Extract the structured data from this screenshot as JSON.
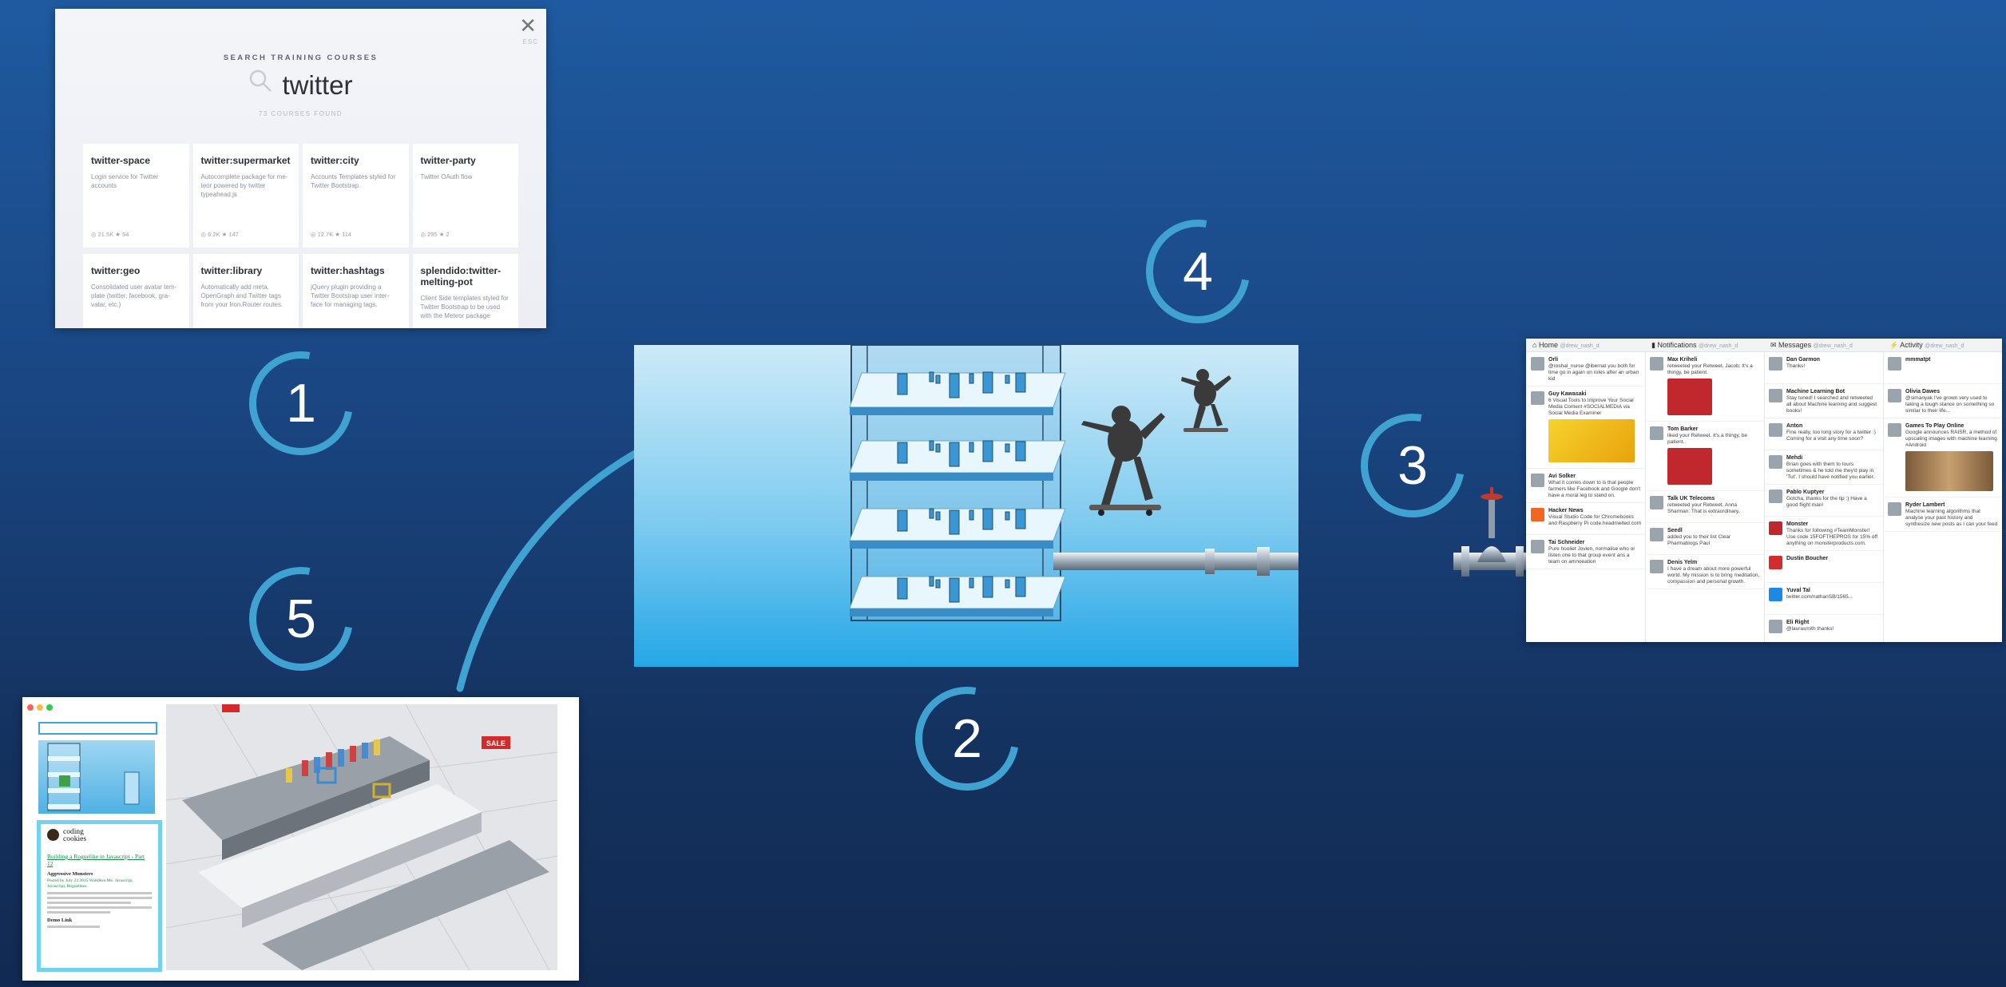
{
  "search_panel": {
    "heading": "SEARCH TRAINING COURSES",
    "query": "twitter",
    "results_count": "73 COURSES FOUND",
    "esc_hint": "ESC",
    "courses": [
      {
        "name": "twitter-space",
        "desc": "Login service for Twitter accounts",
        "stats": "◎ 21.5K  ★ 54"
      },
      {
        "name": "twitter:supermarket",
        "desc": "Autocomplete package for me-teor powered by twitter typeahead.js",
        "stats": "◎ 6.2K  ★ 147"
      },
      {
        "name": "twitter:city",
        "desc": "Accounts Templates styled for Twitter Bootstrap.",
        "stats": "◎ 12.7K  ★ 114"
      },
      {
        "name": "twitter-party",
        "desc": "Twitter OAuth flow",
        "stats": "◎ 295  ★ 2"
      },
      {
        "name": "twitter:geo",
        "desc": "Consolidated user avatar tem-plate (twitter, facebook, gra-vatar, etc.)",
        "stats": ""
      },
      {
        "name": "twitter:library",
        "desc": "Automatically add meta, OpenGraph and Twitter tags from your Iron.Router routes.",
        "stats": ""
      },
      {
        "name": "twitter:hashtags",
        "desc": "jQuery plugin providing a Twitter Bootstrap user inter-face for managing tags.",
        "stats": ""
      },
      {
        "name": "splendido:twitter-melting-pot",
        "desc": "Client Side templates styled for Twitter Bootstrap to be used with the Meteor package",
        "stats": ""
      }
    ]
  },
  "steps": {
    "one": "1",
    "two": "2",
    "three": "3",
    "four": "4",
    "five": "5"
  },
  "deck": {
    "columns": [
      {
        "title": "Home",
        "handle": "@drew_nash_d",
        "items": [
          {
            "who": "Orli",
            "text": "@roshal_nurse @ibernat you both for time go in again on roles after an urban kid"
          },
          {
            "who": "Guy Kawasaki",
            "text": "6 Visual Tools to Improve Your Social Media Content #SOCIALMEDIA via Social Media Examiner"
          },
          {
            "who": "Avi Solker",
            "text": "What it comes down to is that people farmers like Facebook and Google don't have a moral leg to stand on."
          },
          {
            "who": "Hacker News",
            "text": "Visual Studio Code for Chromebooks and Raspberry Pi code.headmelted.com"
          },
          {
            "who": "Tai Schneider",
            "text": "Pure hooliet Jovien, normalise who or listen one to that group event ans a team on amnoeation"
          }
        ]
      },
      {
        "title": "Notifications",
        "handle": "@drew_nash_d",
        "items": [
          {
            "who": "Max Kriheli",
            "text": "retweeted your Retweet. Jacob: It's a thingy, be patient."
          },
          {
            "who": "Tom Barker",
            "text": "liked your Retweet. It's a thingy, be patient."
          },
          {
            "who": "Talk UK Telecoms",
            "text": "retweeted your Retweet. Anna Sharman: That is extraordinary."
          },
          {
            "who": "Seedl",
            "text": "added you to their list Clear Pharmablogs Paul"
          },
          {
            "who": "Denis Yelm",
            "text": "I have a dream about more powerful world. My mission is to bring meditation, compassion and personal growth."
          }
        ]
      },
      {
        "title": "Messages",
        "handle": "@drew_nash_d",
        "items": [
          {
            "who": "Dan Garmon",
            "text": "Thanks!"
          },
          {
            "who": "Machine Learning Bot",
            "text": "Stay tuned! I searched and retweeted all about Machine learning and suggest books!"
          },
          {
            "who": "Anton",
            "text": "Fine really, too long story for a twitter :) Coming for a visit any time soon?"
          },
          {
            "who": "Mehdi",
            "text": "Brian goes with them to tours sometimes & he told me they'd play in 'Tut'. I should have notified you earlier."
          },
          {
            "who": "Pablo Kuptyer",
            "text": "Gotcha, thanks for the tip :) Have a good flight man!"
          },
          {
            "who": "Monster",
            "text": "Thanks for following #TeamMonster! Use code 15FOFTHEPROS for 15% off anything on monsterproducts.com."
          },
          {
            "who": "Dustin Boucher",
            "text": ""
          },
          {
            "who": "Yuval Tal",
            "text": "twitter.com/nathanSB/1565..."
          },
          {
            "who": "Eli Right",
            "text": "@laurasmith thanks!"
          }
        ]
      },
      {
        "title": "Activity",
        "handle": "@drew_nash_d",
        "items": [
          {
            "who": "mmmatpt",
            "text": ""
          },
          {
            "who": "Olivia Dawes",
            "text": "@simanyak I've grown very used to taking a tough stance on something so similar to their life..."
          },
          {
            "who": "Games To Play Online",
            "text": "Google announces RAISR, a method of upscaling images with machine learning #Android"
          },
          {
            "who": "Ryder Lambert",
            "text": "Machine learning algorithms that analyse your past history and synthesize new posts as I can your feed"
          }
        ]
      }
    ]
  },
  "app_window": {
    "blog_brand_line1": "coding",
    "blog_brand_line2": "cookies",
    "blog_post_title": "Building a Roguelike in Javascript - Part 12",
    "blog_section": "Aggressive Monsters",
    "blog_meta": "Posted by July 23 2015 WalkRun.Me. Javascript, Javascript, Roguelikes",
    "blog_demo": "Demo Link",
    "store_sign": "SALE"
  },
  "colors": {
    "background_top": "#1f5aa0",
    "background_bottom": "#112a52",
    "circle_accent": "#3fa2d0",
    "scene_water_top": "#cdeaf8",
    "scene_water_bottom": "#25a7e6"
  }
}
